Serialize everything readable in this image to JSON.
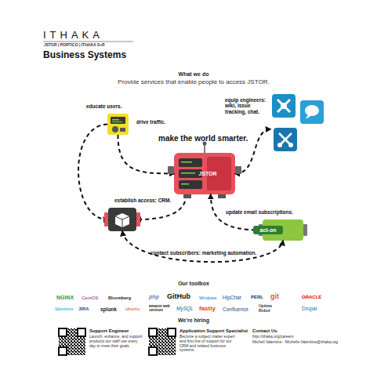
{
  "diagram": {
    "title": "Business Systems",
    "nodes": [
      {
        "text": [
          "educate users.",
          "drive traffic."
        ]
      },
      {
        "text": [
          "make the world smarter.",
          "JSTOR"
        ]
      },
      {
        "text": [
          "equip engineers: wiki, issue tracking, chat."
        ]
      },
      {
        "text": [
          "establish access: CRM."
        ]
      },
      {
        "text": [
          "update email subscriptions.",
          "act-on"
        ]
      }
    ],
    "edges": [
      {
        "from": 0,
        "to": 3,
        "arrow": "to"
      },
      {
        "from": 0,
        "to": 1,
        "arrow": "to"
      },
      {
        "from": 1,
        "to": 2,
        "arrow": "both"
      },
      {
        "from": 1,
        "to": 3,
        "arrow": "to"
      },
      {
        "from": 4,
        "to": 1,
        "arrow": "to"
      },
      {
        "from": 3,
        "to": 4,
        "label": "contact subscribers: marketing automation.",
        "arrow": "both"
      }
    ],
    "labels": [
      "ITHAKA",
      "JSTOR | PORTICO | ITHAKA S+R",
      "What we do",
      "Provide services that enable people to access JSTOR.",
      "Our toolbox",
      "NGINX",
      "CentOS",
      "Bloomberg",
      "php",
      "GitHub",
      "Windows",
      "HipChat",
      "PERL",
      "git",
      "ORACLE",
      "Salesforce",
      "JIRA",
      "splunk",
      "ubuntu",
      "amazon web services",
      "MySQL",
      "fastly",
      "Confluence",
      "Uptime Robot",
      "Drupal",
      "We're hiring",
      "Support Engineer",
      "Launch, enhance, and support products our staff use every day to meet their goals.",
      "Application Support Specialist",
      "Become a subject matter expert and first line of support for our CRM and related business systems.",
      "Contact Us",
      "http://ithaka.org/careers",
      "Michell Valentine - Michelle.Valentine@ithaka.org"
    ]
  }
}
